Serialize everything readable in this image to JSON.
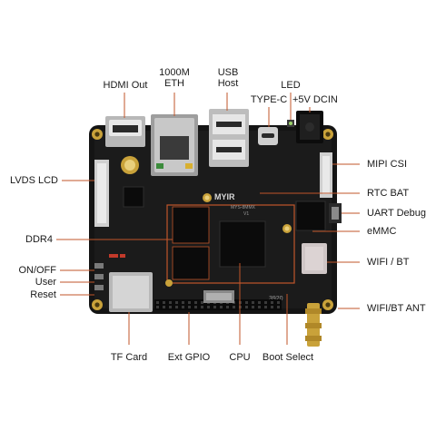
{
  "brand": "MYIR",
  "board_model": "MYS-8MMX",
  "board_version": "V1",
  "board_silk": "3920",
  "accent_line_color": "#c0562a",
  "pcb_color": "#141414",
  "labels": {
    "hdmi_out": "HDMI Out",
    "eth_line1": "1000M",
    "eth_line2": "ETH",
    "usb_line1": "USB",
    "usb_line2": "Host",
    "led": "LED",
    "type_c": "TYPE-C",
    "dcin": "+5V DCIN",
    "lvds_lcd": "LVDS LCD",
    "mipi_csi": "MIPI CSI",
    "rtc_bat": "RTC BAT",
    "uart_debug": "UART Debug",
    "emmc": "eMMC",
    "ddr4": "DDR4",
    "wifi_bt": "WIFI / BT",
    "on_off": "ON/OFF",
    "user": "User",
    "reset": "Reset",
    "wifi_bt_ant": "WIFI/BT ANT",
    "tf_card": "TF Card",
    "ext_gpio": "Ext GPIO",
    "cpu": "CPU",
    "boot_select": "Boot Select"
  }
}
